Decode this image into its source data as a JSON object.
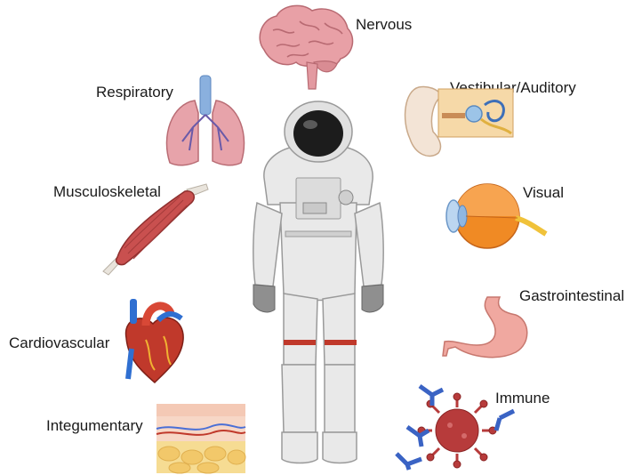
{
  "systems": {
    "nervous": "Nervous",
    "respiratory": "Respiratory",
    "vestibular_auditory": "Vestibular/Auditory",
    "musculoskeletal": "Musculoskeletal",
    "visual": "Visual",
    "cardiovascular": "Cardiovascular",
    "gastrointestinal": "Gastrointestinal",
    "immune": "Immune",
    "integumentary": "Integumentary"
  },
  "colors": {
    "suit": "#e9e9e9",
    "suit_shadow": "#c7c7c7",
    "suit_band": "#c0392b",
    "glove": "#8f8f8f",
    "visor": "#1c1c1c",
    "brain": "#e8a0a6",
    "lungs": "#e7a3aa",
    "trachea": "#8ab0de",
    "muscle": "#c9504f",
    "tendon": "#e9e4dc",
    "heart": "#c0392b",
    "heart_vessel_blue": "#2f6fd1",
    "eye_orange": "#f08a24",
    "stomach": "#f0a8a0",
    "virus": "#b73b3b",
    "antibody": "#3a63c4",
    "skin_top": "#f4c9b5",
    "skin_fat": "#f6dc93"
  }
}
